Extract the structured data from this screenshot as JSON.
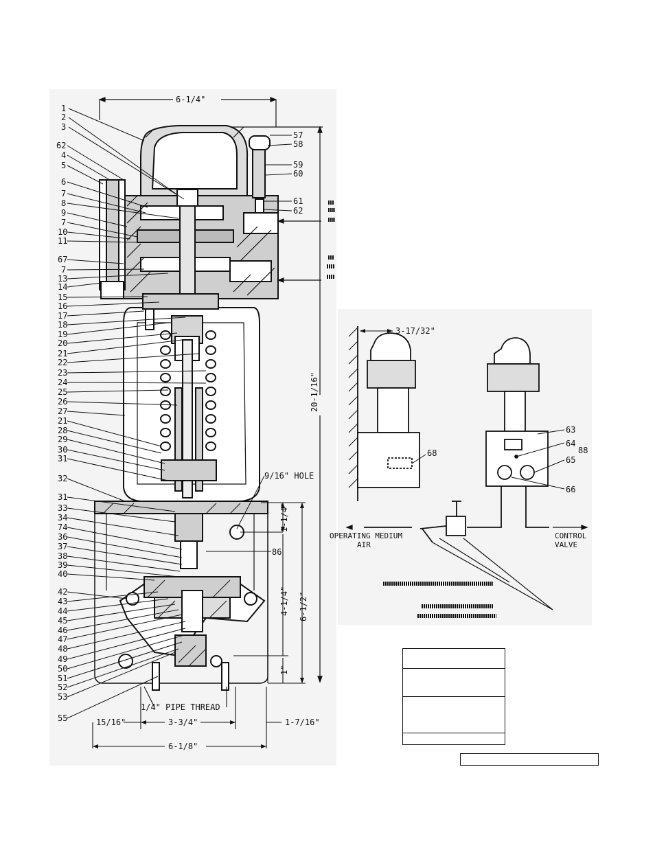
{
  "left_callouts": [
    "1",
    "2",
    "3",
    "62",
    "4",
    "5",
    "6",
    "7",
    "8",
    "9",
    "7",
    "10",
    "11",
    "67",
    "7",
    "13",
    "14",
    "15",
    "16",
    "17",
    "18",
    "19",
    "20",
    "21",
    "22",
    "23",
    "24",
    "25",
    "26",
    "27",
    "21",
    "28",
    "29",
    "30",
    "31",
    "32",
    "31",
    "33",
    "34",
    "74",
    "36",
    "37",
    "38",
    "39",
    "40",
    "42",
    "43",
    "44",
    "45",
    "46",
    "47",
    "48",
    "49",
    "50",
    "51",
    "52",
    "53",
    "55"
  ],
  "right_callouts": [
    "57",
    "58",
    "59",
    "60",
    "61",
    "62"
  ],
  "dimensions": {
    "top_width": "6-1/4\"",
    "overall_height": "20-1/16\"",
    "hole": "9/16\" HOLE",
    "d_1_1_4": "1-1/4\"",
    "d_4_1_4": "4-1/4\"",
    "d_6_1_2": "6-1/2\"",
    "d_1": "1\"",
    "pipe_thread": "1/4\" PIPE THREAD",
    "d_15_16": "15/16\"",
    "d_3_3_4": "3-3/4\"",
    "d_1_7_16": "1-7/16\"",
    "d_6_1_8": "6-1/8\"",
    "d_86": "86",
    "wall_offset": "3-17/32\""
  },
  "install": {
    "callouts": [
      "63",
      "64",
      "88",
      "65",
      "66",
      "68"
    ],
    "operating_medium": "OPERATING MEDIUM",
    "air": "AIR",
    "control": "CONTROL",
    "valve": "VALVE"
  }
}
